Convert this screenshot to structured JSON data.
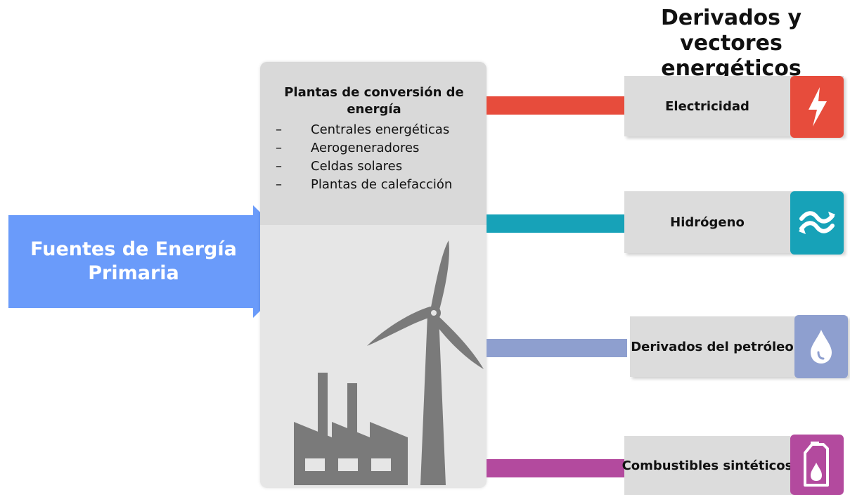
{
  "header": {
    "title_line1": "Derivados y vectores",
    "title_line2": "energéticos"
  },
  "source": {
    "line1": "Fuentes de Energía",
    "line2": "Primaria",
    "color": "#6a9bfa"
  },
  "conversion": {
    "title": "Plantas de conversión de energía",
    "items": [
      {
        "dash": "–",
        "label": "Centrales energéticas"
      },
      {
        "dash": "–",
        "label": "Aerogeneradores"
      },
      {
        "dash": "–",
        "label": "Celdas solares"
      },
      {
        "dash": "–",
        "label": "Plantas de calefacción"
      }
    ],
    "illustration_icons": [
      "factory-icon",
      "wind-turbine-icon"
    ]
  },
  "outputs": [
    {
      "label": "Electricidad",
      "color": "#e74c3c",
      "icon": "lightning-icon"
    },
    {
      "label": "Hidrógeno",
      "color": "#17a2b8",
      "icon": "waves-icon"
    },
    {
      "label": "Derivados del petróleo",
      "color": "#8e9fcf",
      "icon": "drop-icon"
    },
    {
      "label": "Combustibles sintéticos",
      "color": "#b34a9e",
      "icon": "fuel-can-icon"
    }
  ]
}
